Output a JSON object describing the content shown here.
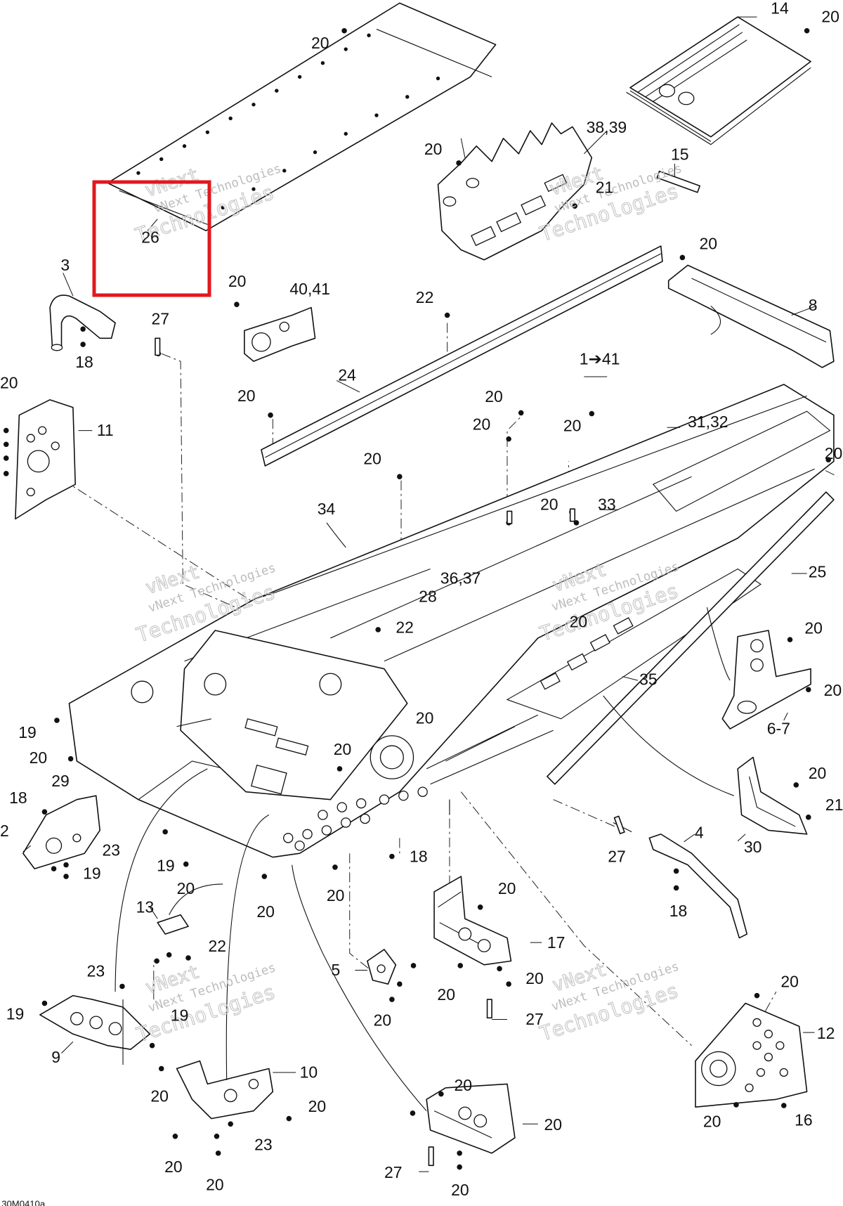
{
  "diagram": {
    "reference_code": "30M0410a",
    "watermark": {
      "line1": "vNext",
      "line2": "vNext Technologies",
      "line3": "Technologies"
    },
    "highlight_color": "#e0191d",
    "callouts": [
      {
        "id": "c01",
        "text": "20"
      },
      {
        "id": "c02",
        "text": "14"
      },
      {
        "id": "c03",
        "text": "20"
      },
      {
        "id": "c04",
        "text": "38,39"
      },
      {
        "id": "c05",
        "text": "20"
      },
      {
        "id": "c06",
        "text": "21"
      },
      {
        "id": "c07",
        "text": "15"
      },
      {
        "id": "c08",
        "text": "26"
      },
      {
        "id": "c09",
        "text": "3"
      },
      {
        "id": "c10",
        "text": "27"
      },
      {
        "id": "c11",
        "text": "18"
      },
      {
        "id": "c12",
        "text": "20"
      },
      {
        "id": "c13",
        "text": "40,41"
      },
      {
        "id": "c14",
        "text": "22"
      },
      {
        "id": "c15",
        "text": "20"
      },
      {
        "id": "c16",
        "text": "8"
      },
      {
        "id": "c17",
        "text": "1➔41"
      },
      {
        "id": "c18",
        "text": "24"
      },
      {
        "id": "c19",
        "text": "20"
      },
      {
        "id": "c20",
        "text": "11"
      },
      {
        "id": "c21",
        "text": "20"
      },
      {
        "id": "c22",
        "text": "20"
      },
      {
        "id": "c23",
        "text": "20"
      },
      {
        "id": "c24",
        "text": "20"
      },
      {
        "id": "c25",
        "text": "31,32"
      },
      {
        "id": "c26",
        "text": "20"
      },
      {
        "id": "c27",
        "text": "20"
      },
      {
        "id": "c28",
        "text": "20"
      },
      {
        "id": "c29",
        "text": "33"
      },
      {
        "id": "c30",
        "text": "34"
      },
      {
        "id": "c31",
        "text": "36,37"
      },
      {
        "id": "c32",
        "text": "25"
      },
      {
        "id": "c33",
        "text": "28"
      },
      {
        "id": "c34",
        "text": "22"
      },
      {
        "id": "c35",
        "text": "20"
      },
      {
        "id": "c36",
        "text": "20"
      },
      {
        "id": "c37",
        "text": "35"
      },
      {
        "id": "c38",
        "text": "20"
      },
      {
        "id": "c39",
        "text": "20"
      },
      {
        "id": "c40",
        "text": "19"
      },
      {
        "id": "c41",
        "text": "20"
      },
      {
        "id": "c42",
        "text": "6-7"
      },
      {
        "id": "c43",
        "text": "20"
      },
      {
        "id": "c44",
        "text": "20"
      },
      {
        "id": "c45",
        "text": "18"
      },
      {
        "id": "c46",
        "text": "29"
      },
      {
        "id": "c47",
        "text": "21"
      },
      {
        "id": "c48",
        "text": "2"
      },
      {
        "id": "c49",
        "text": "23"
      },
      {
        "id": "c50",
        "text": "19"
      },
      {
        "id": "c51",
        "text": "19"
      },
      {
        "id": "c52",
        "text": "20"
      },
      {
        "id": "c53",
        "text": "30"
      },
      {
        "id": "c54",
        "text": "4"
      },
      {
        "id": "c55",
        "text": "27"
      },
      {
        "id": "c56",
        "text": "18"
      },
      {
        "id": "c57",
        "text": "18"
      },
      {
        "id": "c58",
        "text": "20"
      },
      {
        "id": "c59",
        "text": "20"
      },
      {
        "id": "c60",
        "text": "13"
      },
      {
        "id": "c61",
        "text": "20"
      },
      {
        "id": "c62",
        "text": "17"
      },
      {
        "id": "c63",
        "text": "22"
      },
      {
        "id": "c64",
        "text": "23"
      },
      {
        "id": "c65",
        "text": "5"
      },
      {
        "id": "c66",
        "text": "20"
      },
      {
        "id": "c67",
        "text": "20"
      },
      {
        "id": "c68",
        "text": "19"
      },
      {
        "id": "c69",
        "text": "19"
      },
      {
        "id": "c70",
        "text": "20"
      },
      {
        "id": "c71",
        "text": "27"
      },
      {
        "id": "c72",
        "text": "20"
      },
      {
        "id": "c73",
        "text": "9"
      },
      {
        "id": "c74",
        "text": "12"
      },
      {
        "id": "c75",
        "text": "10"
      },
      {
        "id": "c76",
        "text": "20"
      },
      {
        "id": "c77",
        "text": "20"
      },
      {
        "id": "c78",
        "text": "20"
      },
      {
        "id": "c79",
        "text": "20"
      },
      {
        "id": "c80",
        "text": "16"
      },
      {
        "id": "c81",
        "text": "20"
      },
      {
        "id": "c82",
        "text": "23"
      },
      {
        "id": "c83",
        "text": "20"
      },
      {
        "id": "c84",
        "text": "20"
      },
      {
        "id": "c85",
        "text": "27"
      },
      {
        "id": "c86",
        "text": "20"
      }
    ]
  }
}
